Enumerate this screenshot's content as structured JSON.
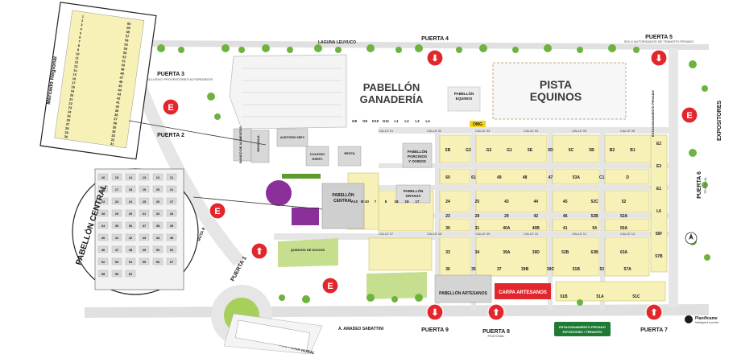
{
  "streets": {
    "north": "LAGUNA LEUVUCO",
    "south": "A. AMADEO SABATTINI",
    "paseo": "PASEO FERIA RURAL",
    "ruta": "RUTA 8",
    "east_side": "EXPOSITORES",
    "estacionamiento": "ESTACIONAMIENTO PRIVADO"
  },
  "gates": {
    "p1": "PUERTA 1",
    "p2": "PUERTA 2",
    "p3": "PUERTA 3",
    "p3_sub": "INGRESO EXCLUSIVO PROVEEDORES AUTORIZADOS",
    "p4": "PUERTA 4",
    "p5": "PUERTA 5",
    "p5_sub": "SOLO AUTORIZADOS DE TRANSITO PESADO",
    "p6": "PUERTA 6",
    "p6_sub": "PEATONAL",
    "p7": "PUERTA 7",
    "p8": "PUERTA 8",
    "p8_sub": "PEATONAL",
    "p9": "PUERTA 9"
  },
  "pavilions": {
    "ganaderia_1": "PABELLÓN",
    "ganaderia_2": "GANADERÍA",
    "pista_1": "PISTA",
    "pista_2": "EQUINOS",
    "equinos_1": "PABELLÓN",
    "equinos_2": "EQUINOS",
    "porcinos_1": "PABELLÓN",
    "porcinos_2": "PORCINOS",
    "porcinos_3": "Y OVINOS",
    "central_1": "PABELLÓN",
    "central_2": "CENTRAL",
    "granja_1": "PABELLÓN",
    "granja_2": "GRANJA",
    "artesanos": "PABELLÓN ARTESANOS",
    "carpa": "CARPA ARTESANOS",
    "mercado_regional_1": "MERCADO",
    "mercado_regional_2": "REGIONAL",
    "banco": "BANCO DE ALIMENTOS",
    "auditorio": "AUDITORIO SRPC",
    "colegio": "COLEGIO",
    "colegio_2": "IESRPC",
    "resta": "RESTA",
    "quincho": "QUINCHO DE SOCIOS",
    "omg": "OMG",
    "est_privado_1": "ESTACIONAMIENTO PRIVADO",
    "est_privado_2": "EXPOSITORES + FERIANTES"
  },
  "insets": {
    "mercado_regional": "Mercado Regional",
    "pabellon_central": "PABELLÓN CENTRAL"
  },
  "calles": [
    "CALLE 01",
    "CALLE 02",
    "CALLE 03",
    "CALLE 04",
    "CALLE 05",
    "CALLE 06",
    "CALLE 07",
    "CALLE 08",
    "CALLE 09",
    "CALLE 10",
    "CALLE 11",
    "CALLE 12"
  ],
  "lots": {
    "row1": [
      "5B",
      "G3",
      "G2",
      "G1",
      "5E",
      "5D",
      "5C",
      "5B",
      "B2",
      "B1"
    ],
    "row2": [
      "60",
      "61",
      "49",
      "48",
      "47",
      "53A",
      "C1",
      "D"
    ],
    "row3": [
      "24",
      "25",
      "43",
      "44",
      "45",
      "52C",
      "52"
    ],
    "row4": [
      "23",
      "28",
      "29",
      "42",
      "46",
      "52B",
      "52A"
    ],
    "row5": [
      "30",
      "31",
      "40A",
      "40B",
      "41",
      "54",
      "50A"
    ],
    "row6": [
      "33",
      "34",
      "39A",
      "39D",
      "53B",
      "63B",
      "63A"
    ],
    "row7": [
      "36",
      "35",
      "37",
      "39B",
      "39C",
      "51B",
      "53",
      "57A"
    ],
    "south": [
      "51B",
      "51A",
      "51C"
    ],
    "east": [
      "E2",
      "E3",
      "E1",
      "L6",
      "55F",
      "57B"
    ],
    "misc": [
      "G8",
      "G9",
      "G10",
      "G11",
      "L1",
      "L2",
      "L3",
      "L4",
      "A10",
      "B-10",
      "7",
      "8",
      "18",
      "19",
      "17"
    ]
  },
  "legend": {
    "brand": "Planificame",
    "brand_sub": "inteligent events"
  },
  "mercado_numbers": [
    "60",
    "59",
    "58",
    "57",
    "56",
    "55",
    "54",
    "53",
    "52",
    "51",
    "50",
    "49",
    "48",
    "47",
    "46",
    "45",
    "44",
    "43",
    "42",
    "41",
    "40",
    "39",
    "38",
    "37",
    "36",
    "35",
    "34",
    "33",
    "32",
    "31",
    "30",
    "29",
    "28",
    "27",
    "26",
    "25",
    "24",
    "23",
    "22",
    "21",
    "20",
    "19",
    "18",
    "17",
    "16",
    "15",
    "14",
    "13",
    "12",
    "11",
    "10",
    "9",
    "8",
    "7",
    "6",
    "5",
    "4",
    "3",
    "2",
    "1"
  ],
  "central_numbers": [
    "16",
    "15",
    "14",
    "13",
    "12",
    "11",
    "10",
    "17",
    "18",
    "19",
    "20",
    "21",
    "22",
    "23",
    "24",
    "25",
    "26",
    "27",
    "28",
    "29",
    "30",
    "31",
    "32",
    "33",
    "34",
    "35",
    "36",
    "37",
    "38",
    "39",
    "40",
    "41",
    "42",
    "43",
    "44",
    "45",
    "46",
    "47",
    "48",
    "49",
    "50",
    "51",
    "52",
    "53",
    "54",
    "55",
    "56",
    "57",
    "58",
    "59",
    "60"
  ],
  "colors": {
    "road": "#e3e3e3",
    "lot": "#f7f1b8",
    "grass": "#8cc63f",
    "tree": "#6db33f",
    "gate": "#e3262c",
    "purple": "#8b2f9a",
    "building": "#cfcfcf",
    "blue": "#1f4e9e",
    "green_label": "#2e7d32"
  }
}
